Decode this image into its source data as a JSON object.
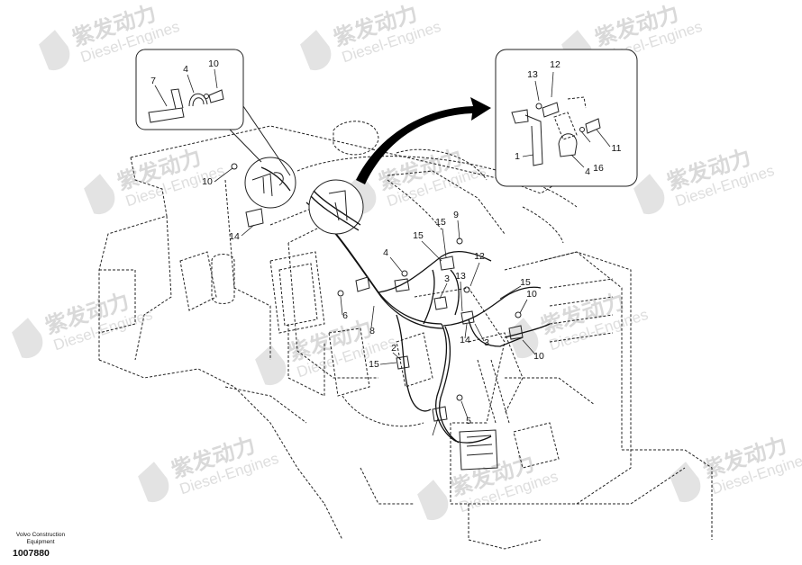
{
  "watermark": {
    "cn": "紫发动力",
    "en": "Diesel-Engines"
  },
  "footer": {
    "brand_line1": "Volvo Construction",
    "brand_line2": "Equipment",
    "drawing_code": "1007880"
  },
  "callouts_main": [
    "10",
    "14",
    "4",
    "15",
    "9",
    "15",
    "3",
    "12",
    "13",
    "15",
    "10",
    "6",
    "8",
    "2",
    "15",
    "14",
    "3",
    "10",
    "5"
  ],
  "callouts_inset_left": [
    "7",
    "4",
    "10"
  ],
  "callouts_inset_right": [
    "13",
    "12",
    "1",
    "16",
    "4",
    "11"
  ]
}
